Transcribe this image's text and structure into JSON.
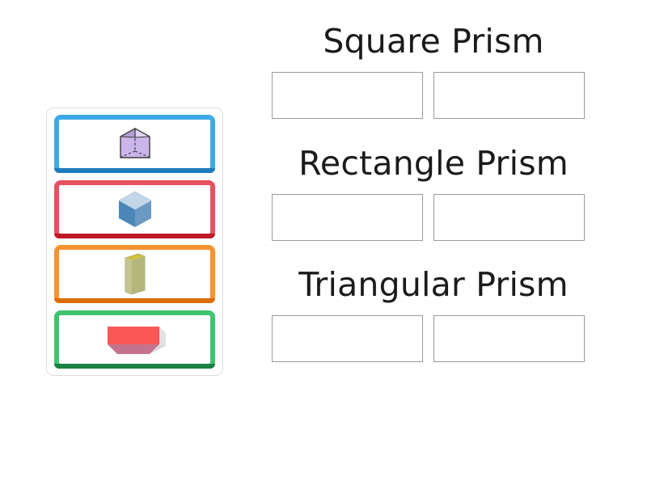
{
  "activity": {
    "type": "group-sort",
    "title_visible": false
  },
  "tray": {
    "name": "shape-cards",
    "cards": [
      {
        "id": "card-1",
        "border_color": "#3fa9e8",
        "border_shadow_color": "#1f7bbd",
        "shape": "triangular-prism",
        "shape_label": "triangular prism",
        "shape_colors": {
          "front": "#cbb6ec",
          "top_left": "#b3a0d6",
          "top_right": "#d7cbe9",
          "outline": "#3a3a3a"
        }
      },
      {
        "id": "card-2",
        "border_color": "#e8505f",
        "border_shadow_color": "#bf1826",
        "shape": "cube",
        "shape_label": "cube",
        "shape_colors": {
          "top": "#c3d6e8",
          "left": "#4a86b8",
          "right": "#6f9cc4",
          "outline": "#3d7099"
        }
      },
      {
        "id": "card-3",
        "border_color": "#f99331",
        "border_shadow_color": "#da6c00",
        "shape": "tall-rectangular-prism",
        "shape_label": "tall rectangular prism",
        "shape_colors": {
          "top": "#cfc23a",
          "front": "#c3c68e",
          "right": "#aeb075",
          "outline": "#9a9c66"
        }
      },
      {
        "id": "card-4",
        "border_color": "#3ec46f",
        "border_shadow_color": "#1a8142",
        "shape": "flat-rectangular-prism",
        "shape_label": "flat rectangular prism",
        "shape_colors": {
          "top": "#fb5757",
          "front": "#c4738c",
          "right": "#dfdfe2",
          "outline": "#d08fa0"
        }
      }
    ]
  },
  "categories": [
    {
      "id": "square-prism",
      "title": "Square Prism",
      "dropzones": [
        {
          "id": "square-prism-slot-1",
          "content": ""
        },
        {
          "id": "square-prism-slot-2",
          "content": ""
        }
      ]
    },
    {
      "id": "rectangle-prism",
      "title": "Rectangle Prism",
      "dropzones": [
        {
          "id": "rectangle-prism-slot-1",
          "content": ""
        },
        {
          "id": "rectangle-prism-slot-2",
          "content": ""
        }
      ]
    },
    {
      "id": "triangular-prism",
      "title": "Triangular Prism",
      "dropzones": [
        {
          "id": "triangular-prism-slot-1",
          "content": ""
        },
        {
          "id": "triangular-prism-slot-2",
          "content": ""
        }
      ]
    }
  ],
  "colors": {
    "page_background": "#ffffff",
    "tray_border": "#dcdcdc",
    "dropzone_border": "#9b9b9b",
    "title_text": "#1b1b1b"
  }
}
